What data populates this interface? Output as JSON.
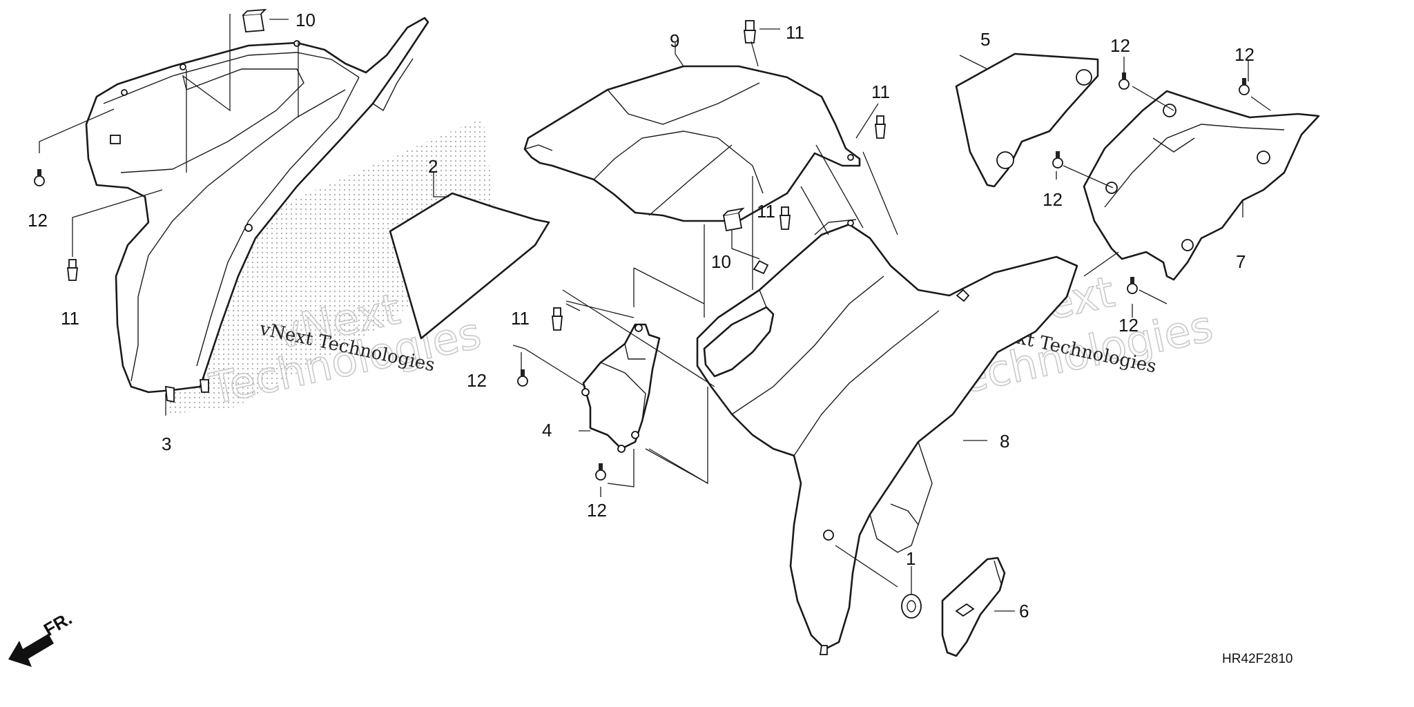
{
  "diagram": {
    "code": "HR42F2810",
    "direction_label": "FR.",
    "watermark_line": "vNext Technologies",
    "watermark_big_1": "vNext",
    "watermark_big_2": "Technologies",
    "callouts": {
      "c1": "1",
      "c2": "2",
      "c3": "3",
      "c4": "4",
      "c5": "5",
      "c6": "6",
      "c7": "7",
      "c8": "8",
      "c9": "9",
      "c10a": "10",
      "c10b": "10",
      "c11a": "11",
      "c11b": "11",
      "c11c": "11",
      "c11d": "11",
      "c11e": "11",
      "c12a": "12",
      "c12b": "12",
      "c12c": "12",
      "c12d": "12",
      "c12e": "12",
      "c12f": "12",
      "c12g": "12"
    }
  }
}
